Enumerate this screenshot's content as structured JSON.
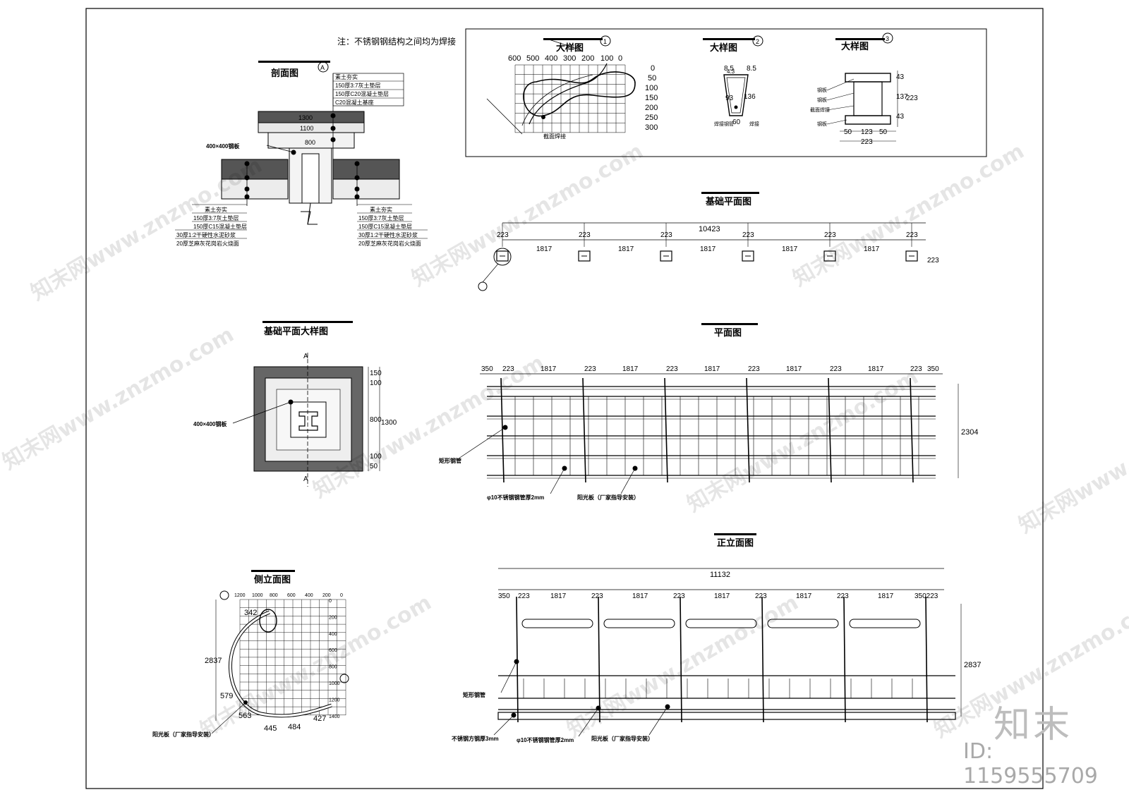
{
  "note": "注：不锈钢钢结构之间均为焊接",
  "titles": {
    "section": "剖面图",
    "large1": "大样图",
    "large2": "大样图",
    "large3": "大样图",
    "foundation_plan": "基础平面图",
    "foundation_detail": "基础平面大样图",
    "plan": "平面图",
    "front_elev": "正立面图",
    "side_elev": "侧立面图"
  },
  "markers": {
    "section": "A",
    "detail1": "1",
    "detail2": "2",
    "detail3": "3"
  },
  "section_layers_top": [
    "素土夯实",
    "150厚3:7灰土垫层",
    "150厚C20混凝土垫层",
    "C20混凝土基座"
  ],
  "section_layers_left": [
    "素土夯实",
    "150厚3:7灰土垫层",
    "150厚C15混凝土垫层",
    "30厚1:2干硬性水泥砂浆",
    "20厚芝麻灰花岗岩火烧面"
  ],
  "section_layers_right": [
    "素土夯实",
    "150厚3:7灰土垫层",
    "150厚C15混凝土垫层",
    "30厚1:2干硬性水泥砂浆",
    "20厚芝麻灰花岗岩火烧面"
  ],
  "section_dims": [
    "1300",
    "1100",
    "800"
  ],
  "steel_plate": "400×400钢板",
  "detail_dims": {
    "d1_top": [
      "0",
      "100",
      "200",
      "300",
      "400",
      "500",
      "600"
    ],
    "d1_side": [
      "0",
      "50",
      "100",
      "150",
      "200",
      "250",
      "300"
    ],
    "d1_label": "截面焊接",
    "d2": [
      "8.5",
      "8.5",
      "93",
      "136",
      "60",
      "4.3"
    ],
    "d2_labels": [
      "焊接",
      "焊接钢管"
    ],
    "d3": [
      "43",
      "137",
      "43",
      "223",
      "50",
      "123",
      "50",
      "223"
    ],
    "d3_labels": [
      "钢板",
      "钢板",
      "截面焊接",
      "钢板"
    ]
  },
  "foundation": {
    "total": "10423",
    "spacing": [
      "1817",
      "1817",
      "1817",
      "1817",
      "1817"
    ],
    "col": "223",
    "side": "223"
  },
  "foundation_detail_dims": [
    "150",
    "100",
    "800",
    "1300",
    "100",
    "50"
  ],
  "section_cut_label": "A",
  "plan": {
    "top_dims": [
      "350",
      "223",
      "1817",
      "223",
      "1817",
      "223",
      "1817",
      "223",
      "1817",
      "223",
      "1817",
      "223",
      "350"
    ],
    "height": "2304",
    "labels": [
      "矩形钢管",
      "φ10不锈钢钢管厚2mm",
      "阳光板（厂家指导安装）"
    ]
  },
  "elevation": {
    "total": "11132",
    "top_dims": [
      "350",
      "223",
      "1817",
      "223",
      "1817",
      "223",
      "1817",
      "223",
      "1817",
      "223",
      "1817",
      "350223"
    ],
    "height": "2837",
    "labels": [
      "矩形钢管",
      "不锈钢方钢厚3mm",
      "φ10不锈钢钢管厚2mm",
      "阳光板（厂家指导安装）"
    ]
  },
  "side": {
    "grid_top": [
      "1200",
      "1000",
      "800",
      "600",
      "400",
      "200",
      "0"
    ],
    "grid_side": [
      "0",
      "200",
      "400",
      "600",
      "800",
      "1000",
      "1200",
      "1400"
    ],
    "height": "2837",
    "arcs": [
      "342",
      "579",
      "563",
      "445",
      "484",
      "427"
    ],
    "label": "阳光板（厂家指导安装）"
  },
  "watermark": "知末网www.znzmo.com",
  "brand": "知末",
  "id": "ID: 1159555709"
}
